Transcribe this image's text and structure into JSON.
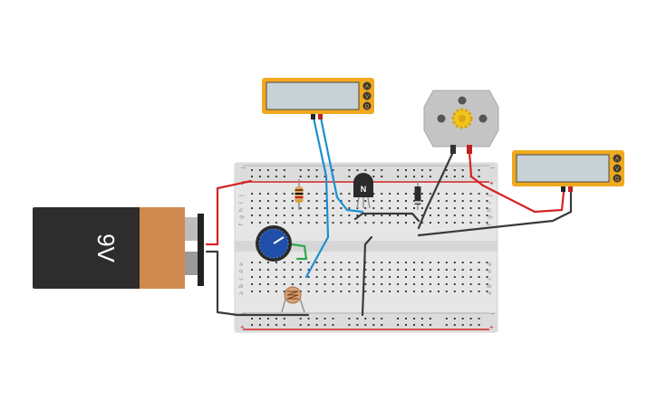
{
  "battery": {
    "label": "9V",
    "body_color": "#2d2d2d",
    "cap_color": "#d08a4f"
  },
  "multimeter_left": {
    "mode_buttons": [
      "A",
      "V",
      "Ω"
    ],
    "case_color": "#f0a91e",
    "screen_color": "#c8d1d6"
  },
  "multimeter_right": {
    "mode_buttons": [
      "A",
      "V",
      "Ω"
    ],
    "case_color": "#f0a91e",
    "screen_color": "#c8d1d6"
  },
  "transistor": {
    "label": "N"
  },
  "breadboard": {
    "row_letters_top": [
      "j",
      "i",
      "h",
      "g",
      "f"
    ],
    "row_letters_bottom": [
      "e",
      "d",
      "c",
      "b",
      "a"
    ],
    "rail_minus": "−",
    "rail_plus": "+",
    "column_count": 30
  },
  "wire_colors": {
    "red": "#d42424",
    "black": "#3a3a3a",
    "blue": "#1e8fd0",
    "green": "#2ea84a"
  },
  "icons": [
    "battery-icon",
    "multimeter-icon",
    "motor-icon",
    "potentiometer-icon",
    "photoresistor-icon",
    "resistor-icon",
    "diode-icon",
    "transistor-icon"
  ]
}
